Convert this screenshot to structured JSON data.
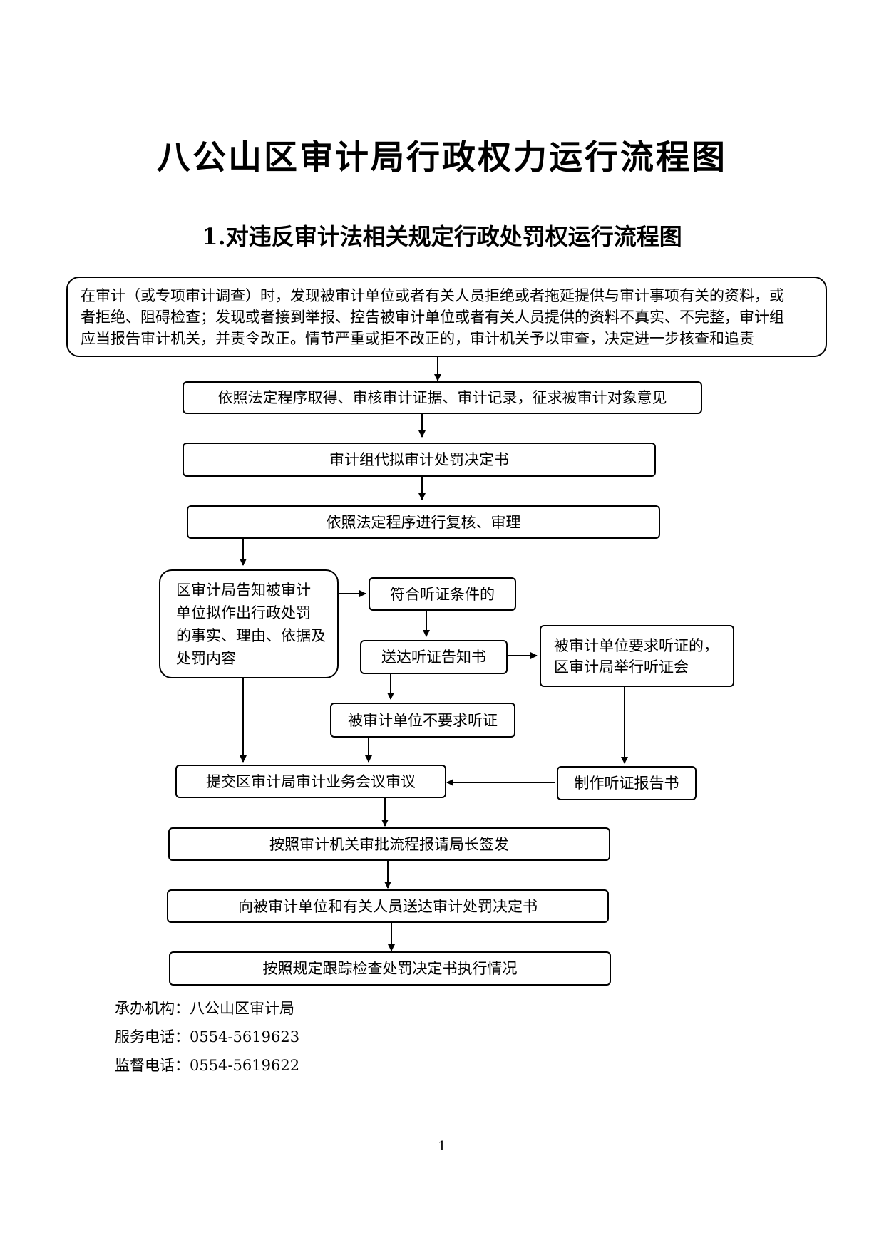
{
  "title": "八公山区审计局行政权力运行流程图",
  "subtitle": "1.对违反审计法相关规定行政处罚权运行流程图",
  "nodes": {
    "start": "在审计（或专项审计调查）时，发现被审计单位或者有关人员拒绝或者拖延提供与审计事项有关的资料，或\n者拒绝、阻碍检查；发现或者接到举报、控告被审计单位或者有关人员提供的资料不真实、不完整，审计组\n应当报告审计机关，并责令改正。情节严重或拒不改正的，审计机关予以审查，决定进一步核查和追责",
    "evidence": "依照法定程序取得、审核审计证据、审计记录，征求被审计对象意见",
    "draft_decision": "审计组代拟审计处罚决定书",
    "review": "依照法定程序进行复核、审理",
    "notify": "区审计局告知被审计\n单位拟作出行政处罚\n的事实、理由、依据及\n处罚内容",
    "hearing_condition": "符合听证条件的",
    "hearing_notice": "送达听证告知书",
    "hearing_held": "被审计单位要求听证的，\n区审计局举行听证会",
    "no_hearing": "被审计单位不要求听证",
    "submit_meeting": "提交区审计局审计业务会议审议",
    "hearing_report": "制作听证报告书",
    "director_sign": "按照审计机关审批流程报请局长签发",
    "deliver_decision": "向被审计单位和有关人员送达审计处罚决定书",
    "follow_up": "按照规定跟踪检查处罚决定书执行情况"
  },
  "footer": {
    "agency": "承办机构：八公山区审计局",
    "service_phone": "服务电话：0554-5619623",
    "supervision_phone": "监督电话：0554-5619622"
  },
  "page_number": "1"
}
